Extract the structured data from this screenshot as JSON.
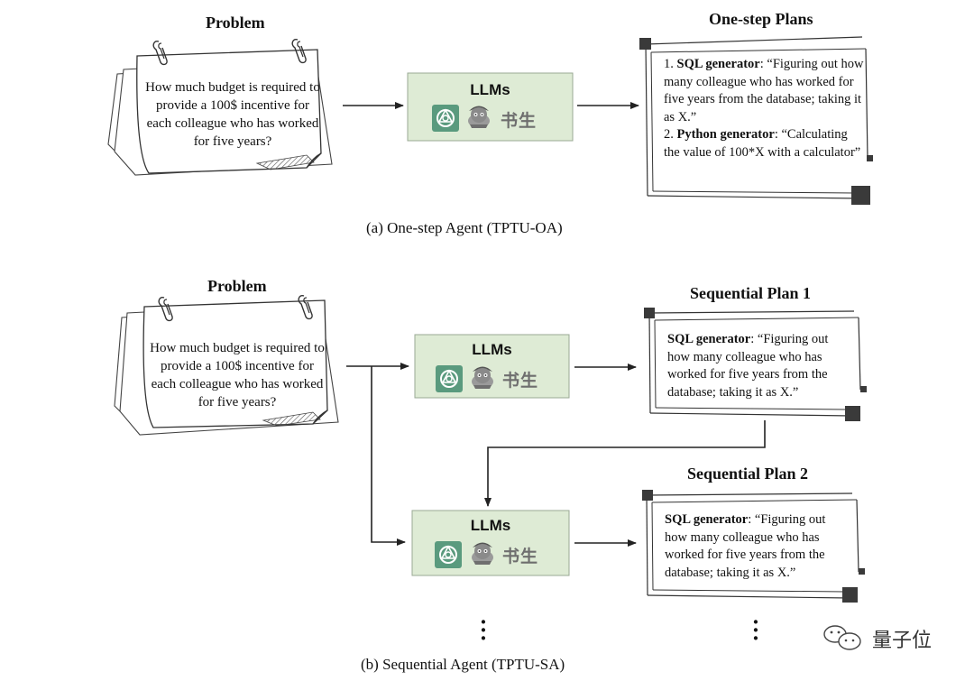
{
  "panel_a": {
    "problem_title": "Problem",
    "problem_text": "How much budget is required to provide a 100$ incentive for each colleague who has worked for five years?",
    "llm_label": "LLMs",
    "llm_logo_text": "书生",
    "plans_title": "One-step Plans",
    "plan_items": [
      {
        "index": "1.",
        "tool": "SQL generator",
        "text": ": “Figuring out how many colleague who has worked for five years from the database; taking it as X.”"
      },
      {
        "index": "2.",
        "tool": "Python generator",
        "text": ": “Calculating the value of 100*X with a calculator”"
      }
    ],
    "caption": "(a)  One-step Agent (TPTU-OA)"
  },
  "panel_b": {
    "problem_title": "Problem",
    "problem_text": "How much budget is required to provide a 100$ incentive for each colleague who has worked for five years?",
    "llm_label": "LLMs",
    "llm_logo_text": "书生",
    "plan1_title": "Sequential Plan 1",
    "plan1_tool": "SQL generator",
    "plan1_text": ": “Figuring out how many colleague who has worked for five years from the database; taking it as X.”",
    "plan2_title": "Sequential Plan 2",
    "plan2_tool": "SQL generator",
    "plan2_text": ": “Figuring out how many colleague who has worked for five years from the database; taking it as X.”",
    "caption": "(b)  Sequential Agent (TPTU-SA)"
  },
  "watermark": {
    "text": "量子位"
  },
  "colors": {
    "llm_box_fill": "#deebd5",
    "llm_box_stroke": "#9aa894",
    "openai_logo": "#5a9a7e",
    "line": "#333333",
    "square": "#3a3a3a",
    "hatch": "#555555"
  }
}
